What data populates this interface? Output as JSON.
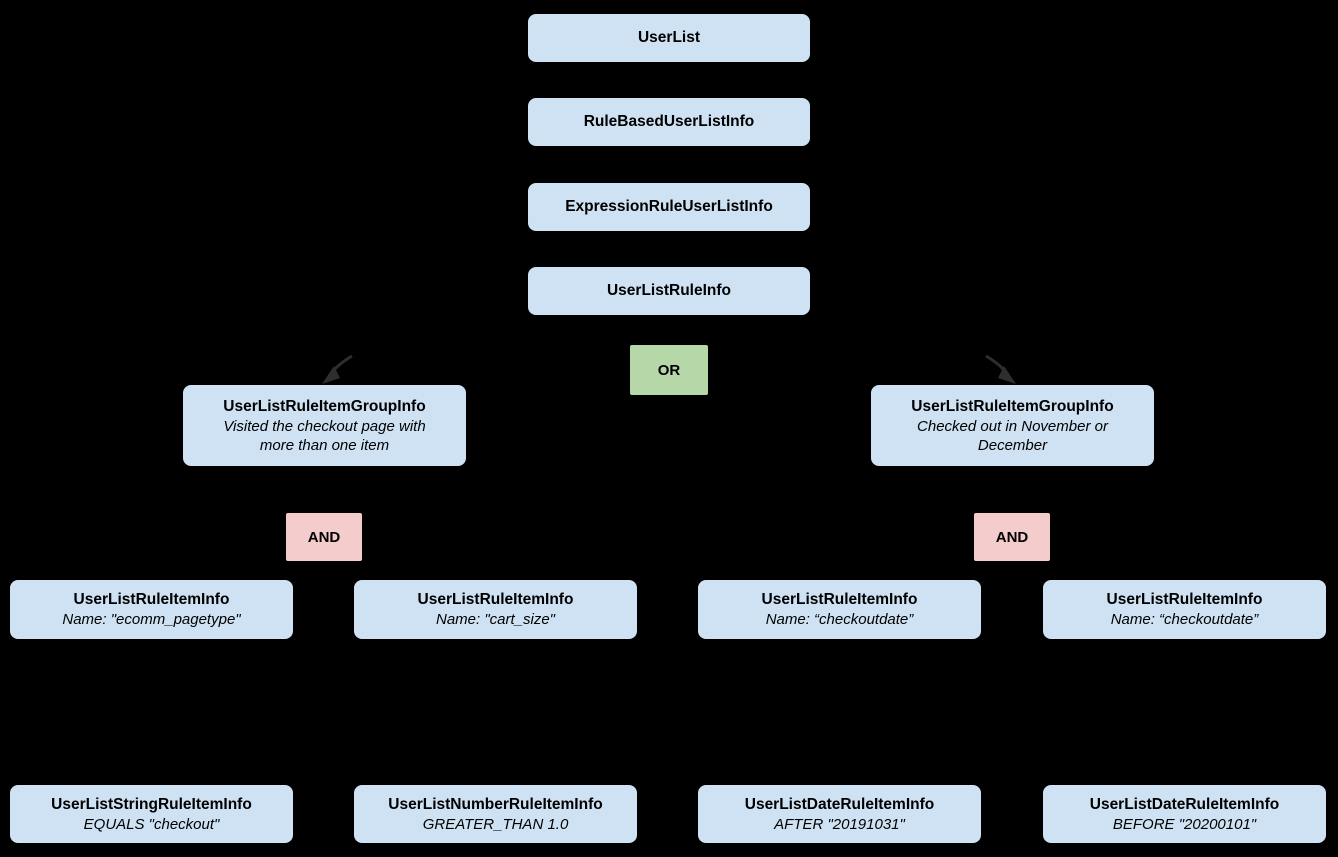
{
  "diagram": {
    "background_color": "#000000",
    "node_fill_color": "#cfe2f3",
    "or_fill_color": "#b6d7a8",
    "and_fill_color": "#f4cccc",
    "text_color": "#000000",
    "chain": [
      {
        "title": "UserList"
      },
      {
        "title": "RuleBasedUserListInfo"
      },
      {
        "title": "ExpressionRuleUserListInfo"
      },
      {
        "title": "UserListRuleInfo"
      }
    ],
    "or_label": "OR",
    "and_label": "AND",
    "groups": [
      {
        "title": "UserListRuleItemGroupInfo",
        "subtitle": "Visited the checkout page with more than one item"
      },
      {
        "title": "UserListRuleItemGroupInfo",
        "subtitle": "Checked out in November or December"
      }
    ],
    "rule_items": [
      {
        "title": "UserListRuleItemInfo",
        "subtitle": "Name: \"ecomm_pagetype\""
      },
      {
        "title": "UserListRuleItemInfo",
        "subtitle": "Name: \"cart_size\""
      },
      {
        "title": "UserListRuleItemInfo",
        "subtitle": "Name: “checkoutdate”"
      },
      {
        "title": "UserListRuleItemInfo",
        "subtitle": "Name: “checkoutdate”"
      }
    ],
    "leaf_items": [
      {
        "title": "UserListStringRuleItemInfo",
        "subtitle": "EQUALS \"checkout\""
      },
      {
        "title": "UserListNumberRuleItemInfo",
        "subtitle": "GREATER_THAN 1.0"
      },
      {
        "title": "UserListDateRuleItemInfo",
        "subtitle": "AFTER \"20191031\""
      },
      {
        "title": "UserListDateRuleItemInfo",
        "subtitle": "BEFORE \"20200101\""
      }
    ]
  }
}
